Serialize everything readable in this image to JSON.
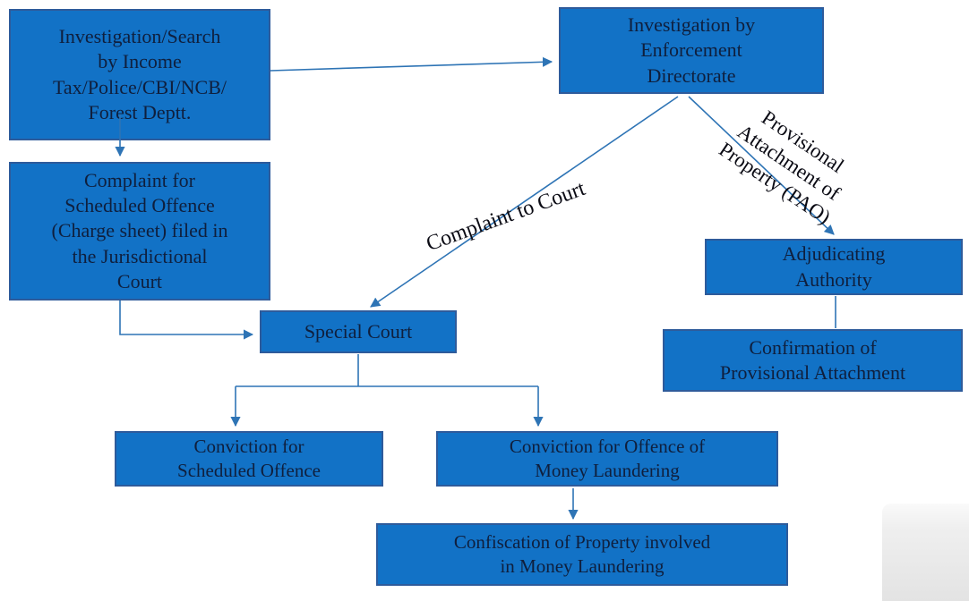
{
  "nodes": {
    "investigation_search": {
      "text": "Investigation/Search\nby Income\nTax/Police/CBI/NCB/\nForest Deptt."
    },
    "investigation_ed": {
      "text": "Investigation by\nEnforcement\nDirectorate"
    },
    "complaint_scheduled": {
      "text": "Complaint for\nScheduled Offence\n(Charge sheet) filed in\nthe Jurisdictional\nCourt"
    },
    "special_court": {
      "text": "Special Court"
    },
    "adjudicating_authority": {
      "text": "Adjudicating\nAuthority"
    },
    "confirmation_pa": {
      "text": "Confirmation of\nProvisional Attachment"
    },
    "conviction_scheduled": {
      "text": "Conviction for\nScheduled Offence"
    },
    "conviction_ml": {
      "text": "Conviction for Offence of\nMoney Laundering"
    },
    "confiscation": {
      "text": "Confiscation of Property involved\nin Money Laundering"
    }
  },
  "edge_labels": {
    "complaint_to_court": {
      "text": "Complaint to Court"
    },
    "pao": {
      "text": "Provisional\nAttachment of\nProperty (PAO)"
    }
  },
  "colors": {
    "box_fill": "#1272C6",
    "box_border": "#2E5B9B",
    "connector": "#2E74B5",
    "text": "#0F1F3D"
  }
}
